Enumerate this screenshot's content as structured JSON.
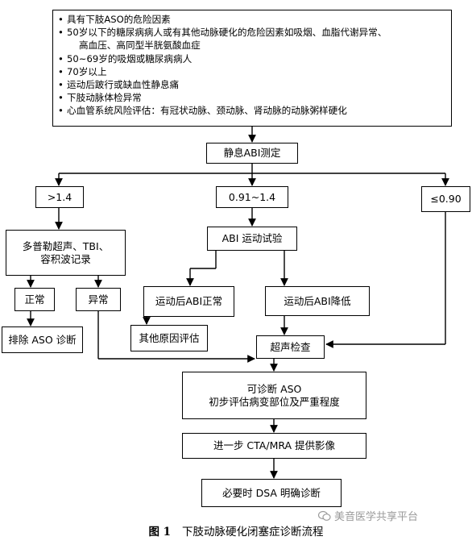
{
  "risk_factors": {
    "items": [
      "具有下肢ASO的危险因素",
      "50岁以下的糖尿病病人或有其他动脉硬化的危险因素如吸烟、血脂代谢异常、",
      "50~69岁的吸烟或糖尿病病人",
      "70岁以上",
      "运动后跛行或缺血性静息痛",
      "下肢动脉体检异常",
      "心血管系统风险评估：有冠状动脉、颈动脉、肾动脉的动脉粥样硬化"
    ],
    "item_2_continuation": "高血压、高同型半胱氨酸血症"
  },
  "nodes": {
    "resting_abi": "静息ABI测定",
    "gt_1_4": ">1.4",
    "mid_range": "0.91~1.4",
    "le_0_90": "≤0.90",
    "doppler_line1": "多普勒超声、TBI、",
    "doppler_line2": "容积波记录",
    "abi_exercise": "ABI 运动试验",
    "normal": "正常",
    "abnormal": "异常",
    "post_abi_normal": "运动后ABI正常",
    "post_abi_low": "运动后ABI降低",
    "exclude_aso": "排除 ASO 诊断",
    "other_causes": "其他原因评估",
    "ultrasound": "超声检查",
    "diagnose_line1": "可诊断 ASO",
    "diagnose_line2": "初步评估病变部位及严重程度",
    "cta_mra": "进一步 CTA/MRA 提供影像",
    "dsa": "必要时 DSA 明确诊断"
  },
  "caption": {
    "label": "图 1",
    "text": "下肢动脉硬化闭塞症诊断流程"
  },
  "watermark": {
    "text": "美音医学共享平台",
    "icon": "wechat-icon"
  },
  "colors": {
    "line": "#000000",
    "watermark": "#9a9a9a"
  }
}
